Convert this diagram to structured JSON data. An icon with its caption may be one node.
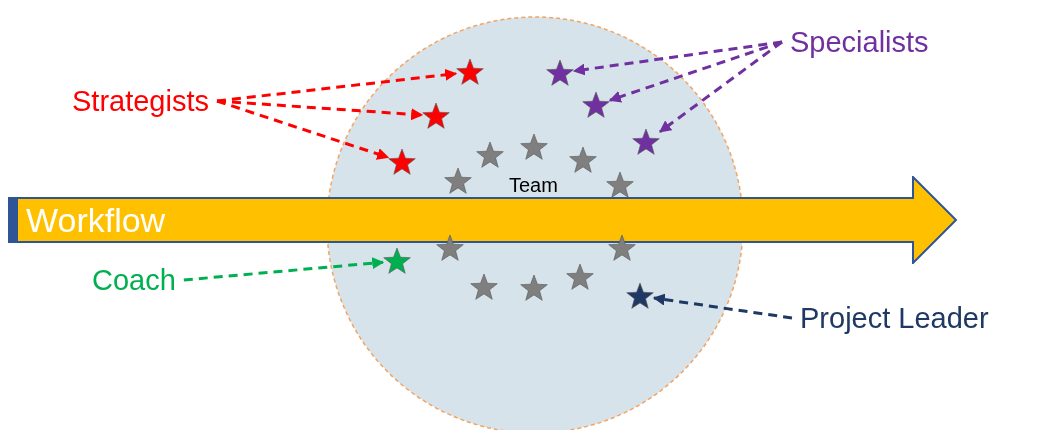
{
  "diagram": {
    "nodes": [
      {
        "text": [
          "Specialists"
        ]
      },
      {
        "text": [
          "Strategists"
        ]
      },
      {
        "text": [
          "Team"
        ]
      },
      {
        "text": [],
        "shape": "star",
        "in": 2
      },
      {
        "text": [],
        "shape": "star",
        "in": 2
      },
      {
        "text": [],
        "shape": "star",
        "in": 2
      },
      {
        "text": [],
        "shape": "star",
        "in": 2
      },
      {
        "text": [],
        "shape": "star",
        "in": 2
      },
      {
        "text": [],
        "shape": "star",
        "in": 2
      },
      {
        "text": [],
        "shape": "star",
        "in": 2
      },
      {
        "text": [],
        "shape": "star",
        "in": 2
      },
      {
        "text": [],
        "shape": "star",
        "in": 2
      },
      {
        "text": [],
        "shape": "star",
        "in": 2
      },
      {
        "text": [],
        "shape": "star",
        "in": 2
      },
      {
        "text": [
          "Workflow"
        ]
      },
      {
        "text": [],
        "shape": "star",
        "in": 2
      },
      {
        "text": [],
        "shape": "star",
        "in": 2
      },
      {
        "text": [],
        "shape": "star",
        "in": 2
      },
      {
        "text": [],
        "shape": "star",
        "in": 2
      },
      {
        "text": [],
        "shape": "star",
        "in": 2
      },
      {
        "text": [],
        "shape": "star",
        "in": 2
      },
      {
        "text": [],
        "shape": "star",
        "in": 2
      },
      {
        "text": [
          "Coach"
        ]
      },
      {
        "text": [
          "Project Leader"
        ]
      }
    ],
    "edges": [
      {
        "from": 1,
        "to": 3,
        "arrow": "to",
        "style": "dashed",
        "color": "#ff0000"
      },
      {
        "from": 1,
        "to": 6,
        "arrow": "to",
        "style": "dashed",
        "color": "#ff0000"
      },
      {
        "from": 1,
        "to": 11,
        "arrow": "to",
        "style": "dashed",
        "color": "#ff0000"
      },
      {
        "from": 0,
        "to": 4,
        "arrow": "to",
        "style": "dashed",
        "color": "#7030a0"
      },
      {
        "from": 0,
        "to": 5,
        "arrow": "to",
        "style": "dashed",
        "color": "#7030a0"
      },
      {
        "from": 0,
        "to": 7,
        "arrow": "to",
        "style": "dashed",
        "color": "#7030a0"
      },
      {
        "from": 22,
        "to": 17,
        "arrow": "to",
        "style": "dashed",
        "color": "#00b050"
      },
      {
        "from": 23,
        "to": 21,
        "arrow": "to",
        "style": "dashed",
        "color": "#1f3864"
      }
    ]
  }
}
